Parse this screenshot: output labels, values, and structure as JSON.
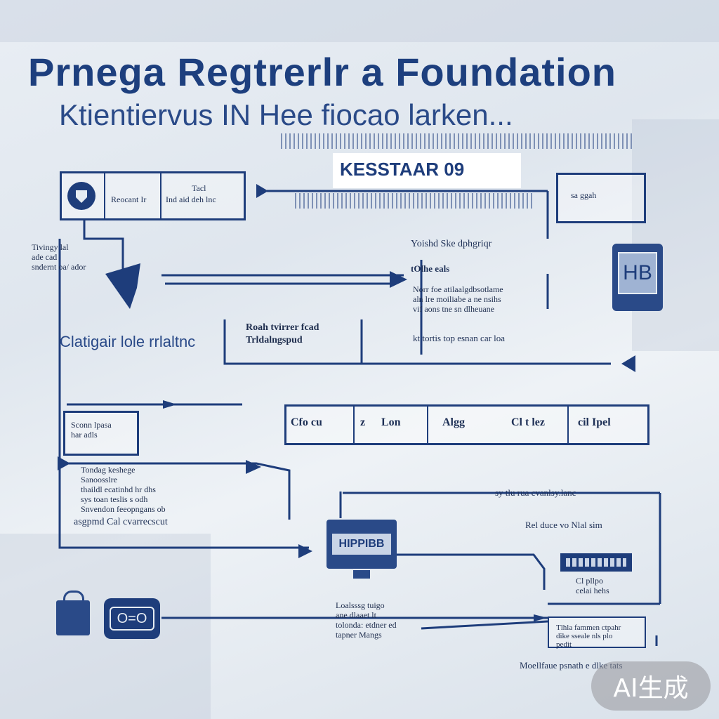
{
  "title": "Prnega Regtrerlr a Foundation",
  "subtitle": "Ktientiervus IN Hee fiocao larken...",
  "banner": "KESSTAAR 09",
  "top_left_box": {
    "left": "Reocant Ir",
    "right_top": "Tacl",
    "right_bottom": "Ind aid deh lnc"
  },
  "top_right_box_label": "sa ggah",
  "left_note_top": [
    "Tivingy lal",
    "ade cad",
    "sndernt oa/ ador"
  ],
  "left_heading": "Clatigair lole rrlaltnc",
  "center_label": [
    "Roah tvirrer fcad",
    "Trldalngspud"
  ],
  "right_notes": {
    "header": "Yoishd Ske dphgriqr",
    "sub": "tOlhe eals",
    "body": [
      "Norr foe atilaalgdbsotlame",
      "aln lre moiliabe a ne nsihs",
      "vif aons tne sn dlheuane"
    ],
    "footer": "kt tortis top esnan car loa"
  },
  "hb_icon_text": "HB",
  "left_box2": [
    "Sconn lpasa",
    "har adls"
  ],
  "table_cells": [
    "Cfo cu",
    "z",
    "Lon",
    "Algg",
    "Cl t lez",
    "cil Ipel"
  ],
  "left_note2": [
    "Tondag keshege",
    "Sanoosslre",
    "thaildl ecatinhd hr dhs",
    "sys toan teslis s odh",
    "Snvendon feeopngans ob"
  ],
  "left_note2_footer": "asgpmd Cal cvarrecscut",
  "right_line_label": "sy tlu rua cvanlsy.lanc",
  "right_small": "Rel duce vo Nlal sim",
  "monitor_text": "HIPPIBB",
  "right_device_caption": [
    "Cl pllpo",
    "celai hehs"
  ],
  "center_note": [
    "Loalsssg tuigo",
    "ane dlaaet lt",
    "tolonda: etdner ed",
    "tapner Mangs"
  ],
  "right_note": [
    "Tlhla fammen ctpahr",
    "dike sseale nls plo",
    "pedit"
  ],
  "bottom_right_caption": "Moellfaue psnath e dlke tats",
  "device_left_text": "O=O",
  "watermark": "AI生成",
  "colors": {
    "primary": "#1e3d7b",
    "background": "#e6ecf2",
    "accent": "#2d4a86"
  }
}
